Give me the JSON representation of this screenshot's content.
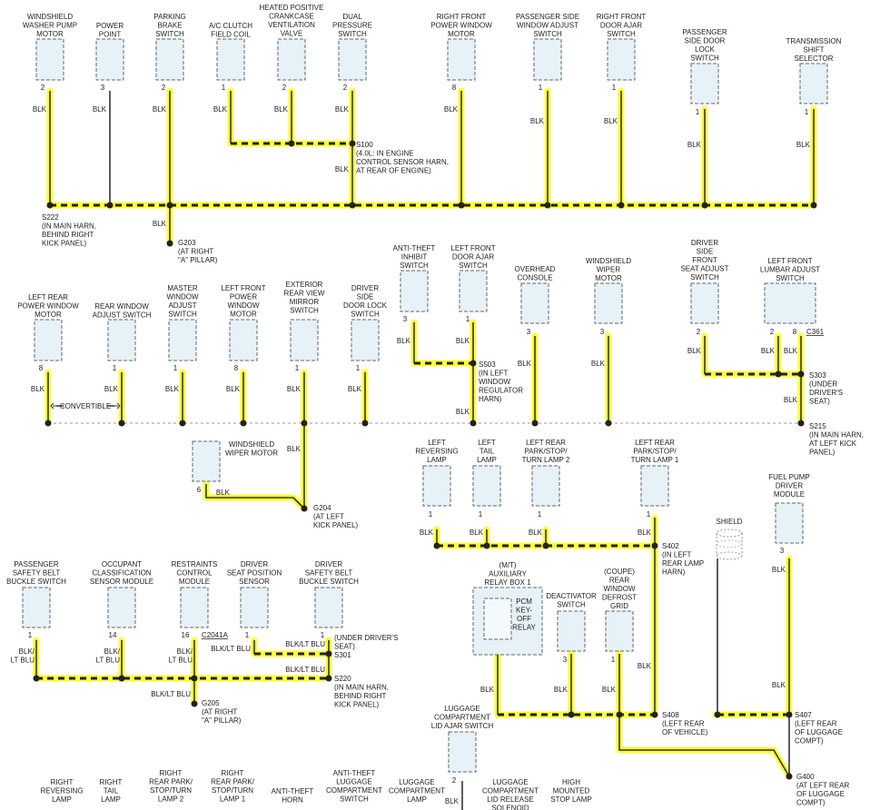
{
  "colors": {
    "highlight": "#ffff33",
    "wire": "#333333",
    "component_fill": "#e6f2f8",
    "component_border": "#666666"
  },
  "components": {
    "c01": "WINDSHIELD\nWASHER PUMP\nMOTOR",
    "c02": "POWER\nPOINT",
    "c03": "PARKING\nBRAKE\nSWITCH",
    "c04": "A/C CLUTCH\nFIELD COIL",
    "c05": "HEATED POSITIVE\nCRANKCASE\nVENTILATION\nVALVE",
    "c06": "DUAL\nPRESSURE\nSWITCH",
    "c07": "RIGHT FRONT\nPOWER WINDOW\nMOTOR",
    "c08": "PASSENGER SIDE\nWINDOW ADJUST\nSWITCH",
    "c09": "RIGHT FRONT\nDOOR AJAR\nSWITCH",
    "c10": "PASSENGER\nSIDE DOOR\nLOCK\nSWITCH",
    "c11": "TRANSMISSION\nSHIFT\nSELECTOR",
    "c12": "LEFT REAR\nPOWER WINDOW\nMOTOR",
    "c13": "REAR WINDOW\nADJUST SWITCH",
    "c14": "MASTER\nWINDOW\nADJUST\nSWITCH",
    "c15": "LEFT FRONT\nPOWER\nWINDOW\nMOTOR",
    "c16": "EXTERIOR\nREAR VIEW\nMIRROR\nSWITCH",
    "c17": "DRIVER\nSIDE\nDOOR LOCK\nSWITCH",
    "c18": "ANTI-THEFT\nINHIBIT\nSWITCH",
    "c19": "LEFT FRONT\nDOOR AJAR\nSWITCH",
    "c20": "OVERHEAD\nCONSOLE",
    "c21": "WINDSHIELD\nWIPER\nMOTOR",
    "c22": "DRIVER\nSIDE\nFRONT\nSEAT ADJUST\nSWITCH",
    "c23": "LEFT FRONT\nLUMBAR ADJUST\nSWITCH",
    "c24": "WINDSHIELD\nWIPER MOTOR",
    "c25": "LEFT\nREVERSING\nLAMP",
    "c26": "LEFT\nTAIL\nLAMP",
    "c27": "LEFT REAR\nPARK/STOP/\nTURN LAMP 2",
    "c28": "LEFT REAR\nPARK/STOP/\nTURN LAMP 1",
    "c29": "FUEL PUMP\nDRIVER\nMODULE",
    "c30": "SHIELD",
    "c31": "PASSENGER\nSAFETY BELT\nBUCKLE SWITCH",
    "c32": "OCCUPANT\nCLASSIFICATION\nSENSOR MODULE",
    "c33": "RESTRAINTS\nCONTROL\nMODULE",
    "c34": "DRIVER\nSEAT POSITION\nSENSOR",
    "c35": "DRIVER\nSAFETY BELT\nBUCKLE SWITCH",
    "c36": "(M/T)\nAUXILIARY\nRELAY BOX 1",
    "c37": "PCM\nKEY-\nOFF\nRELAY",
    "c38": "DEACTIVATOR\nSWITCH",
    "c39": "(COUPE)\nREAR\nWINDOW\nDEFROST\nGRID",
    "c40": "LUGGAGE\nCOMPARTMENT\nLID AJAR SWITCH",
    "c41": "RIGHT\nREVERSING\nLAMP",
    "c42": "RIGHT\nTAIL\nLAMP",
    "c43": "RIGHT\nREAR PARK/\nSTOP/TURN\nLAMP 2",
    "c44": "RIGHT\nREAR PARK/\nSTOP/TURN\nLAMP 1",
    "c45": "ANTI-THEFT\nHORN",
    "c46": "ANTI-THEFT\nLUGGAGE\nCOMPARTMENT\nSWITCH",
    "c47": "LUGGAGE\nCOMPARTMENT\nLAMP",
    "c48": "LUGGAGE\nCOMPARTMENT\nLID RELEASE\nSOLENOID",
    "c49": "HIGH\nMOUNTED\nSTOP LAMP"
  },
  "pins": {
    "c01": "2",
    "c02": "3",
    "c03": "2",
    "c04": "1",
    "c05": "2",
    "c06": "2",
    "c07": "8",
    "c08": "1",
    "c09": "1",
    "c10": "1",
    "c11": "1",
    "c12": "8",
    "c13": "1",
    "c14": "1",
    "c15": "8",
    "c16": "1",
    "c17": "1",
    "c18": "3",
    "c19": "1",
    "c20": "3",
    "c21": "3",
    "c22": "2",
    "c23a": "2",
    "c23b": "8",
    "c24": "6",
    "c25": "1",
    "c26": "1",
    "c27": "1",
    "c28": "1",
    "c29": "3",
    "c31": "1",
    "c32": "14",
    "c33": "16",
    "c34": "1",
    "c35": "1",
    "c38": "3",
    "c39": "1",
    "c40": "2"
  },
  "wire_labels": {
    "blk": "BLK",
    "blk_lt_blu": "BLK/\nLT BLU",
    "blk_lt_blu_inline": "BLK/LT BLU",
    "convertible": "CONVERTIBLE"
  },
  "connectors": {
    "c361": "C361",
    "c2041a": "C2041A"
  },
  "splices": {
    "s100": "S100\n(4.0L: IN ENGINE\nCONTROL SENSOR HARN,\nAT REAR OF ENGINE)",
    "s222": "S222\n(IN MAIN HARN,\nBEHIND RIGHT\nKICK PANEL)",
    "g203": "G203\n(AT RIGHT\n\"A\" PILLAR)",
    "s503": "S503\n(IN LEFT\nWINDOW\nREGULATOR\nHARN)",
    "s303": "S303\n(UNDER\nDRIVER'S\nSEAT)",
    "s215": "S215\n(IN MAIN HARN,\nAT LEFT KICK\nPANEL)",
    "g204": "G204\n(AT LEFT\nKICK PANEL)",
    "s402": "S402\n(IN LEFT\nREAR LAMP\nHARN)",
    "s301": "(UNDER DRIVER'S\nSEAT)\nS301",
    "s220": "S220\n(IN MAIN HARN,\nBEHIND RIGHT\nKICK PANEL)",
    "g205": "G205\n(AT RIGHT\n\"A\" PILLAR)",
    "s408": "S408\n(LEFT REAR\nOF VEHICLE)",
    "s407": "S407\n(LEFT REAR\nOF LUGGAGE\nCOMPT)",
    "g400": "G400\n(AT LEFT REAR\nOF LUGGAGE\nCOMPT)"
  }
}
